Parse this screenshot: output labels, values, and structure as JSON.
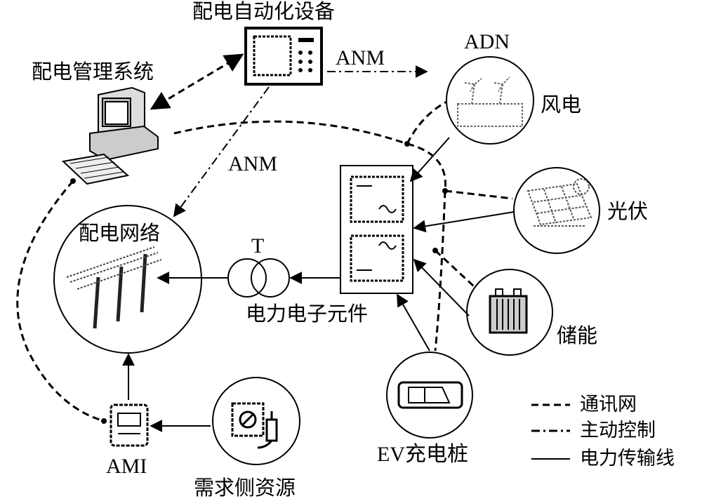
{
  "labels": {
    "dms": "配电管理系统",
    "da_equipment": "配电自动化设备",
    "adn": "ADN",
    "anm_top": "ANM",
    "anm_mid": "ANM",
    "wind": "风电",
    "pv": "光伏",
    "storage": "储能",
    "network": "配电网络",
    "transformer": "T",
    "power_electronics": "电力电子元件",
    "ev": "EV充电桩",
    "ami": "AMI",
    "demand": "需求侧资源"
  },
  "legend": {
    "items": [
      {
        "line_style": "dashed",
        "label": "通讯网"
      },
      {
        "line_style": "dash-dot",
        "label": "主动控制"
      },
      {
        "line_style": "solid",
        "label": "电力传输线"
      }
    ]
  }
}
